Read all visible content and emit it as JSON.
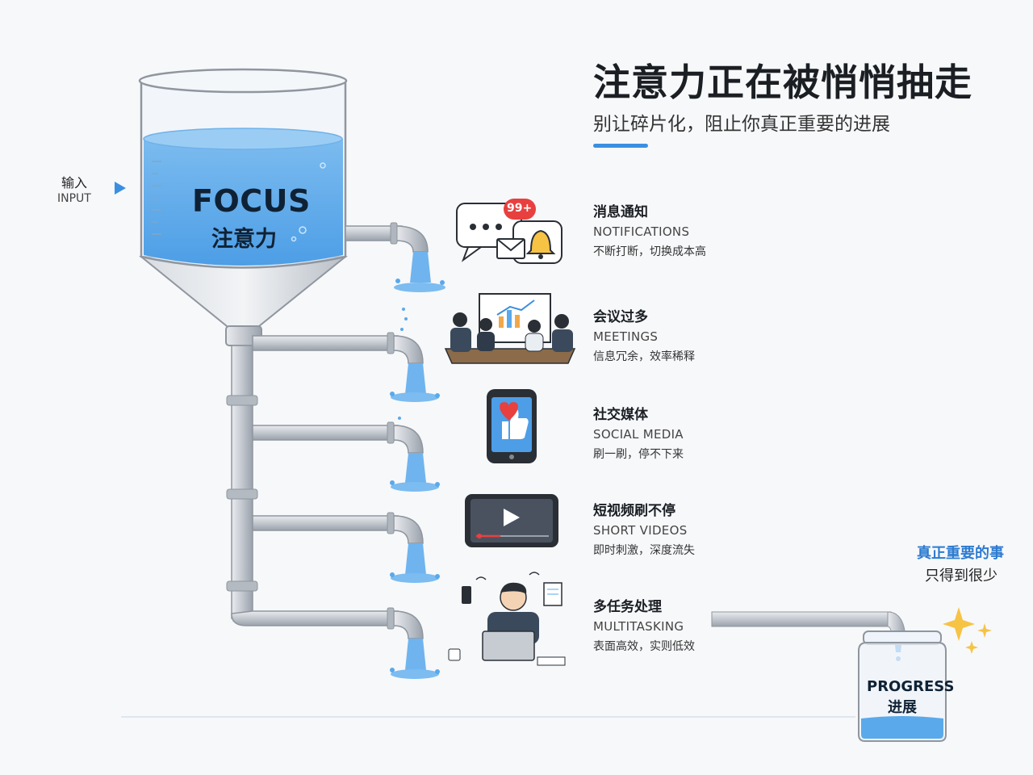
{
  "header": {
    "title": "注意力正在被悄悄抽走",
    "subtitle": "别让碎片化，阻止你真正重要的进展"
  },
  "input": {
    "label_zh": "输入",
    "label_en": "INPUT"
  },
  "tank": {
    "label_en": "FOCUS",
    "label_zh": "注意力"
  },
  "leaks": [
    {
      "zh": "消息通知",
      "en": "NOTIFICATIONS",
      "desc": "不断打断，切换成本高",
      "icon": "notification-icon",
      "badge": "99+"
    },
    {
      "zh": "会议过多",
      "en": "MEETINGS",
      "desc": "信息冗余，效率稀释",
      "icon": "meeting-icon"
    },
    {
      "zh": "社交媒体",
      "en": "SOCIAL MEDIA",
      "desc": "刷一刷，停不下来",
      "icon": "social-media-icon"
    },
    {
      "zh": "短视频刷不停",
      "en": "SHORT VIDEOS",
      "desc": "即时刺激，深度流失",
      "icon": "short-video-icon"
    },
    {
      "zh": "多任务处理",
      "en": "MULTITASKING",
      "desc": "表面高效，实则低效",
      "icon": "multitasking-icon"
    }
  ],
  "outcome": {
    "line1": "真正重要的事",
    "line2": "只得到很少",
    "jar_en": "PROGRESS",
    "jar_zh": "进展"
  },
  "colors": {
    "water": "#5aa9ea",
    "water_light": "#8cc6f3",
    "pipe": "#c9cdd3",
    "accent": "#3b8fe0"
  }
}
